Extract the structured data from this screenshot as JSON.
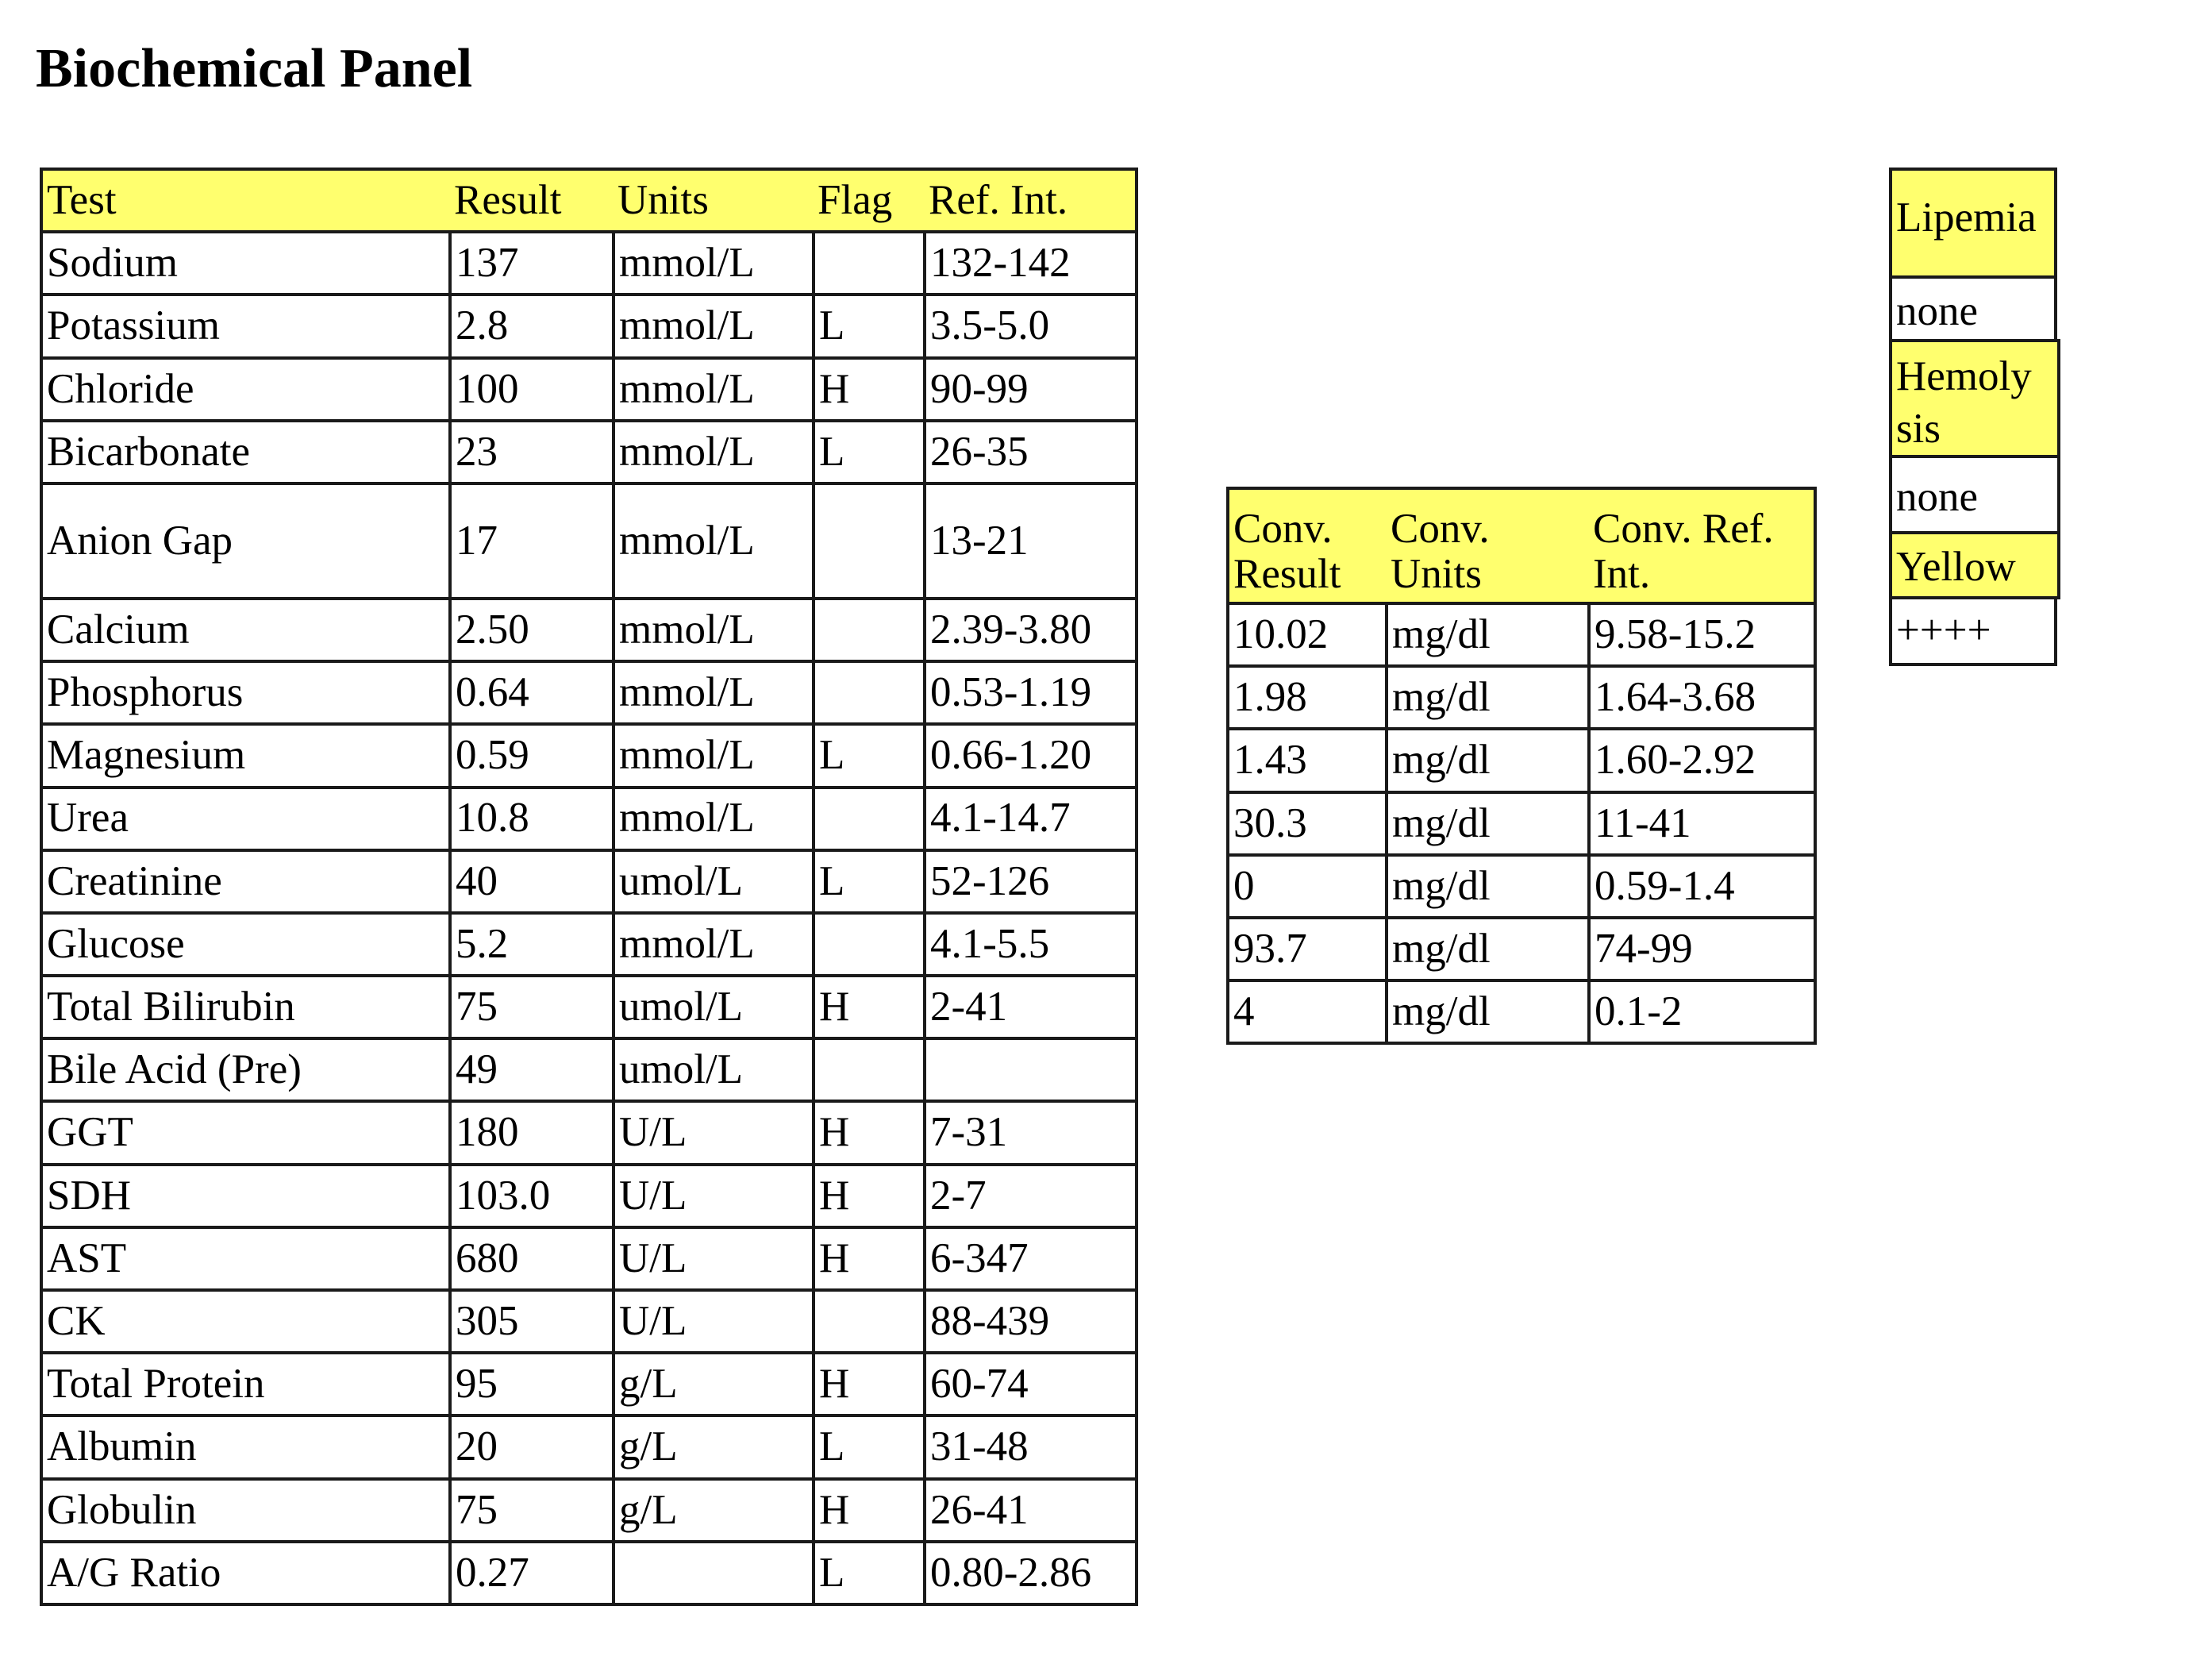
{
  "title": "Biochemical Panel",
  "main_table": {
    "headers": [
      "Test",
      "Result",
      "Units",
      "Flag",
      "Ref. Int."
    ],
    "rows": [
      [
        "Sodium",
        "137",
        "mmol/L",
        "",
        "132-142"
      ],
      [
        "Potassium",
        "2.8",
        "mmol/L",
        "L",
        "3.5-5.0"
      ],
      [
        "Chloride",
        "100",
        "mmol/L",
        "H",
        "90-99"
      ],
      [
        "Bicarbonate",
        "23",
        "mmol/L",
        "L",
        "26-35"
      ],
      [
        "Anion Gap",
        "17",
        "mmol/L",
        "",
        "13-21"
      ],
      [
        "Calcium",
        "2.50",
        "mmol/L",
        "",
        "2.39-3.80"
      ],
      [
        "Phosphorus",
        "0.64",
        "mmol/L",
        "",
        "0.53-1.19"
      ],
      [
        "Magnesium",
        "0.59",
        "mmol/L",
        "L",
        "0.66-1.20"
      ],
      [
        "Urea",
        "10.8",
        "mmol/L",
        "",
        "4.1-14.7"
      ],
      [
        "Creatinine",
        "40",
        "umol/L",
        "L",
        "52-126"
      ],
      [
        "Glucose",
        "5.2",
        "mmol/L",
        "",
        "4.1-5.5"
      ],
      [
        "Total Bilirubin",
        "75",
        "umol/L",
        "H",
        "2-41"
      ],
      [
        "Bile Acid (Pre)",
        "49",
        "umol/L",
        "",
        ""
      ],
      [
        "GGT",
        "180",
        "U/L",
        "H",
        "7-31"
      ],
      [
        "SDH",
        "103.0",
        "U/L",
        "H",
        "2-7"
      ],
      [
        "AST",
        "680",
        "U/L",
        "H",
        "6-347"
      ],
      [
        "CK",
        "305",
        "U/L",
        "",
        "88-439"
      ],
      [
        "Total Protein",
        "95",
        "g/L",
        "H",
        "60-74"
      ],
      [
        "Albumin",
        "20",
        "g/L",
        "L",
        "31-48"
      ],
      [
        "Globulin",
        "75",
        "g/L",
        "H",
        "26-41"
      ],
      [
        "A/G Ratio",
        "0.27",
        "",
        "L",
        "0.80-2.86"
      ]
    ]
  },
  "conversion_table": {
    "headers": [
      "Conv. Result",
      "Conv. Units",
      "Conv. Ref. Int."
    ],
    "rows": [
      [
        "10.02",
        "mg/dl",
        "9.58-15.2"
      ],
      [
        "1.98",
        "mg/dl",
        "1.64-3.68"
      ],
      [
        "1.43",
        "mg/dl",
        "1.60-2.92"
      ],
      [
        "30.3",
        "mg/dl",
        "11-41"
      ],
      [
        "0",
        "mg/dl",
        "0.59-1.4"
      ],
      [
        "93.7",
        "mg/dl",
        "74-99"
      ],
      [
        "4",
        "mg/dl",
        "0.1-2"
      ]
    ]
  },
  "serum_indices": {
    "lipemia_label": "Lipemia",
    "lipemia_value": "none",
    "hemolysis_label_line1": "Hemoly",
    "hemolysis_label_line2": "sis",
    "hemolysis_value": "none",
    "icterus_label": "Yellow",
    "icterus_value": "++++"
  },
  "colors": {
    "header_fill": "#ffff6e",
    "border": "#1a1a1a"
  }
}
